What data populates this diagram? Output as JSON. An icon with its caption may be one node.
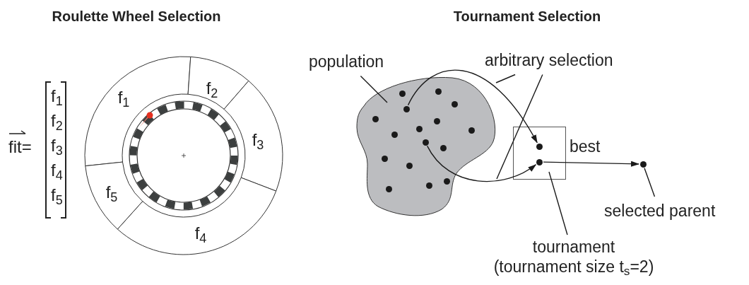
{
  "diagram": {
    "nodes": [
      {
        "text": [
          "f$_{1}$"
        ]
      },
      {
        "text": [
          "f$_{2}$"
        ]
      },
      {
        "text": [
          "f$_{3}$"
        ]
      },
      {
        "text": [
          "f$_{4}$"
        ]
      },
      {
        "text": [
          "f$_{5}$"
        ]
      },
      {
        "text": [
          "population"
        ]
      },
      {
        "text": [],
        "shape": "blob"
      },
      {
        "text": [],
        "shape": "circle",
        "in": 6
      },
      {
        "text": [],
        "shape": "circle",
        "in": 6
      },
      {
        "text": [],
        "shape": "circle",
        "in": 6
      },
      {
        "text": [],
        "shape": "circle",
        "in": 6
      },
      {
        "text": [],
        "shape": "circle",
        "in": 6
      },
      {
        "text": [],
        "shape": "circle",
        "in": 6
      },
      {
        "text": [],
        "shape": "circle",
        "in": 6
      },
      {
        "text": [],
        "shape": "circle",
        "in": 6
      },
      {
        "text": [],
        "shape": "circle",
        "in": 6
      },
      {
        "text": [],
        "shape": "circle",
        "in": 6
      },
      {
        "text": [],
        "shape": "circle",
        "in": 6
      },
      {
        "text": [],
        "shape": "circle",
        "in": 6
      },
      {
        "text": [],
        "shape": "circle",
        "in": 6
      },
      {
        "text": [],
        "shape": "circle",
        "in": 6
      },
      {
        "text": [],
        "shape": "circle",
        "in": 6
      },
      {
        "text": [],
        "shape": "circle",
        "in": 6
      },
      {
        "text": [],
        "shape": "box"
      },
      {
        "text": [],
        "shape": "circle",
        "in": 23
      },
      {
        "text": [],
        "shape": "circle",
        "in": 23
      },
      {
        "text": [
          "best"
        ]
      },
      {
        "text": [],
        "shape": "circle"
      },
      {
        "text": [
          "selected parent"
        ]
      },
      {
        "text": [
          "arbitrary selection"
        ]
      },
      {
        "text": [
          "tournament (tournament size t$_{s}$=2)"
        ]
      }
    ],
    "edges": [
      {
        "from": 5,
        "to": 6,
        "arrow": "none"
      },
      {
        "from": 10,
        "to": 24,
        "arrow": "to"
      },
      {
        "from": 16,
        "to": 25,
        "arrow": "to"
      },
      {
        "from": 25,
        "to": 27,
        "arrow": "to"
      },
      {
        "from": 29,
        "to": null,
        "arrow": "none"
      },
      {
        "from": 29,
        "to": null,
        "arrow": "none"
      },
      {
        "from": 30,
        "to": 23,
        "arrow": "none"
      },
      {
        "from": 28,
        "to": 27,
        "arrow": "none"
      }
    ],
    "labels": [
      "Roulette Wheel Selection",
      "Tournament Selection",
      "fit=",
      "f$_{1}$",
      "f$_{2}$",
      "f$_{3}$",
      "f$_{4}$",
      "f$_{5}$"
    ]
  }
}
